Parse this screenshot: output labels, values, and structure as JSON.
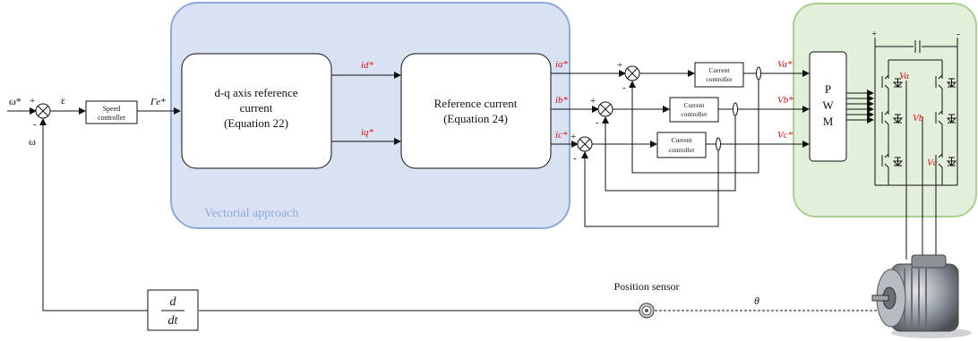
{
  "inputs": {
    "speed_ref": "ω*",
    "speed_fb": "ω",
    "error": "ε",
    "plus": "+",
    "minus": "-"
  },
  "blocks": {
    "speed_controller": [
      "Speed",
      "controller"
    ],
    "torque_ref": "Γe*",
    "dq_ref": [
      "d-q axis reference",
      "current",
      "(Equation 22)"
    ],
    "ref_current": [
      "Reference current",
      "(Equation 24)"
    ],
    "current_controller": [
      "Current",
      "controller"
    ],
    "pwm": [
      "P",
      "W",
      "M"
    ],
    "derivative": {
      "num": "d",
      "den": "dt"
    },
    "position_sensor": "Position sensor",
    "theta": "θ"
  },
  "signals": {
    "id_ref": "id*",
    "iq_ref": "iq*",
    "ia_ref": "ia*",
    "ib_ref": "ib*",
    "ic_ref": "ic*",
    "va_ref": "Va*",
    "vb_ref": "Vb*",
    "vc_ref": "Vc*",
    "va": "Va",
    "vb": "Vb",
    "vc": "Vc"
  },
  "regions": {
    "vectorial": {
      "label": "Vectorial approach",
      "fill": "#d9e2f2",
      "stroke": "#8eaadb",
      "text": "#8eaadb"
    },
    "inverter": {
      "fill": "#e2efda",
      "stroke": "#a9d18e"
    }
  },
  "colors": {
    "accent_red": "#e01010",
    "line": "#111111"
  },
  "icons": [
    "summing-junction",
    "current-sensor",
    "igbt-switch",
    "capacitor",
    "motor-image",
    "encoder"
  ]
}
